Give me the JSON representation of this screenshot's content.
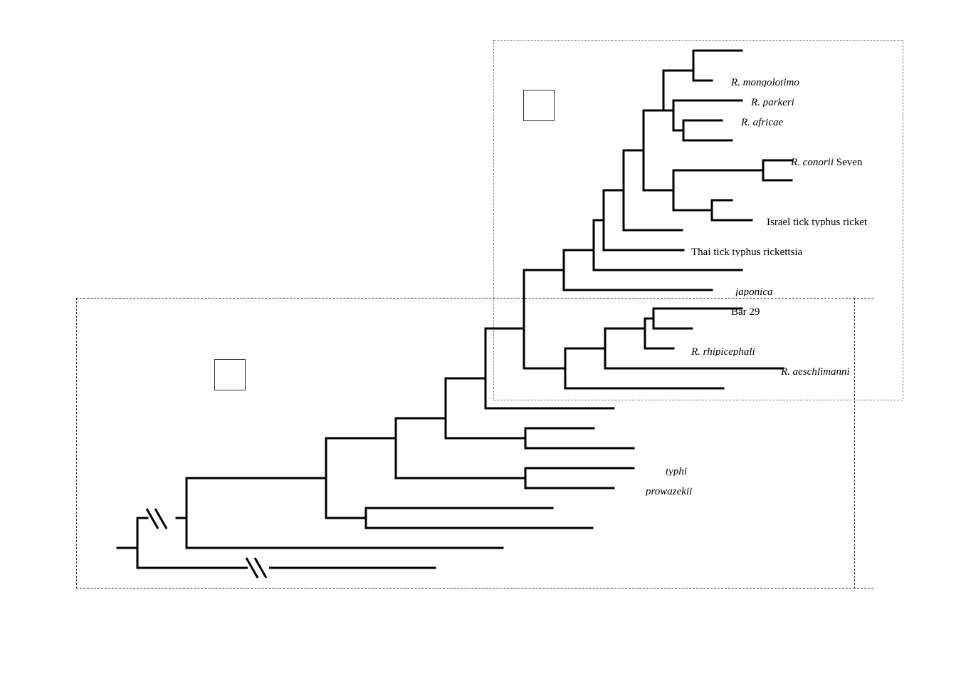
{
  "labels": {
    "mongolotimonae": {
      "italic": "R. mongolotimo",
      "plain": ""
    },
    "parkeri": {
      "italic": "R. parkeri",
      "plain": ""
    },
    "africae": {
      "italic": "R. africae",
      "plain": ""
    },
    "conorii": {
      "italic": "R. conorii",
      "plain": " Seven"
    },
    "israel": {
      "italic": "",
      "plain": "Israel tick typhus ricket"
    },
    "thai": {
      "italic": "",
      "plain": "Thai tick typhus rickettsia"
    },
    "japonica": {
      "italic": "japonica",
      "plain": ""
    },
    "bar29": {
      "italic": "",
      "plain": "Bar 29"
    },
    "rhipicephali": {
      "italic": "R. rhipicephali",
      "plain": ""
    },
    "aeschlimannii": {
      "italic": "R. aeschlimanni",
      "plain": ""
    },
    "typhi": {
      "italic": "typhi",
      "plain": ""
    },
    "prowazekii": {
      "italic": "prowazekii",
      "plain": ""
    }
  },
  "group_markers": [
    "",
    ""
  ]
}
